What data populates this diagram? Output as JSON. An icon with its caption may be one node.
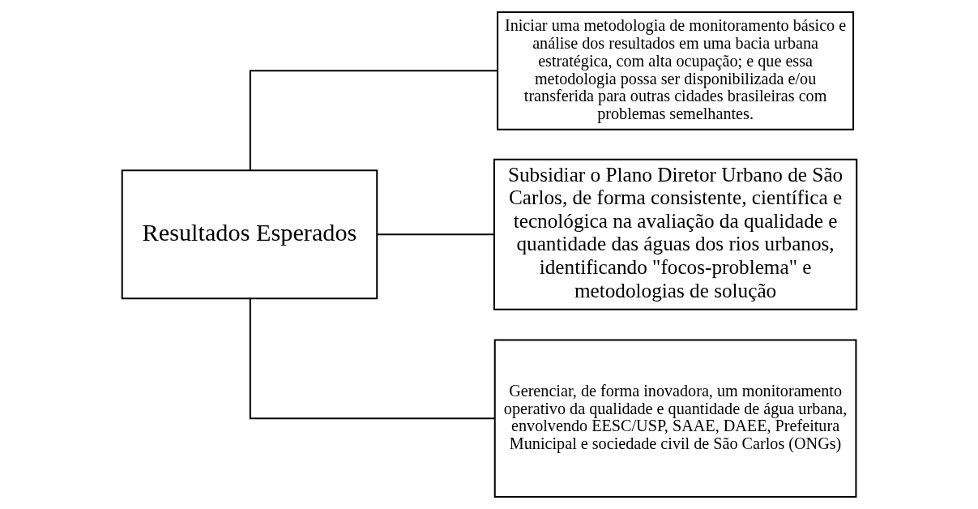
{
  "diagram": {
    "nodes": [
      {
        "text": [
          "Resultados Esperados"
        ]
      },
      {
        "text": [
          "Iniciar uma metodologia de monitoramento básico e análise dos resultados em uma bacia urbana estratégica, com alta ocupação; e que essa metodologia possa ser disponibilizada e/ou transferida para outras cidades brasileiras com problemas semelhantes."
        ]
      },
      {
        "text": [
          "Subsidiar o Plano Diretor Urbano de São Carlos, de forma consistente, científica e tecnológica na avaliação da qualidade e quantidade das águas dos rios urbanos, identificando \"focos-problema\" e metodologias de solução"
        ]
      },
      {
        "text": [
          "Gerenciar, de forma inovadora, um monitoramento operativo da qualidade e quantidade de água urbana, envolvendo EESC/USP, SAAE, DAEE, Prefeitura Municipal e sociedade civil de São Carlos (ONGs)"
        ]
      }
    ],
    "edges": [
      {
        "from": 0,
        "to": 1,
        "arrow": "none"
      },
      {
        "from": 0,
        "to": 2,
        "arrow": "none"
      },
      {
        "from": 0,
        "to": 3,
        "arrow": "none"
      }
    ]
  }
}
